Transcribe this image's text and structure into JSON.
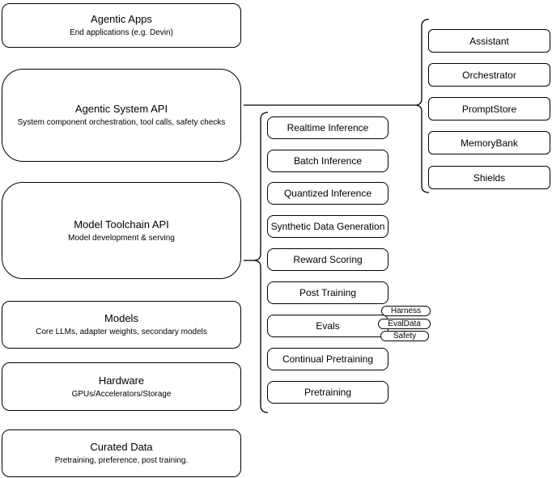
{
  "diagram": {
    "left_stack": [
      {
        "title": "Agentic Apps",
        "subtitle": "End applications (e.g. Devin)"
      },
      {
        "title": "Agentic System API",
        "subtitle": "System component orchestration, tool calls, safety checks"
      },
      {
        "title": "Model Toolchain API",
        "subtitle": "Model development & serving"
      },
      {
        "title": "Models",
        "subtitle": "Core LLMs, adapter weights, secondary models"
      },
      {
        "title": "Hardware",
        "subtitle": "GPUs/Accelerators/Storage"
      },
      {
        "title": "Curated Data",
        "subtitle": "Pretraining, preference, post training."
      }
    ],
    "toolchain_items": [
      "Realtime Inference",
      "Batch Inference",
      "Quantized Inference",
      "Synthetic Data Generation",
      "Reward Scoring",
      "Post Training",
      "Evals",
      "Continual Pretraining",
      "Pretraining"
    ],
    "eval_pills": [
      "Harness",
      "EvalData",
      "Safety"
    ],
    "system_components": [
      "Assistant",
      "Orchestrator",
      "PromptStore",
      "MemoryBank",
      "Shields"
    ],
    "colors": {
      "stroke": "#000000",
      "fill": "#ffffff"
    }
  }
}
